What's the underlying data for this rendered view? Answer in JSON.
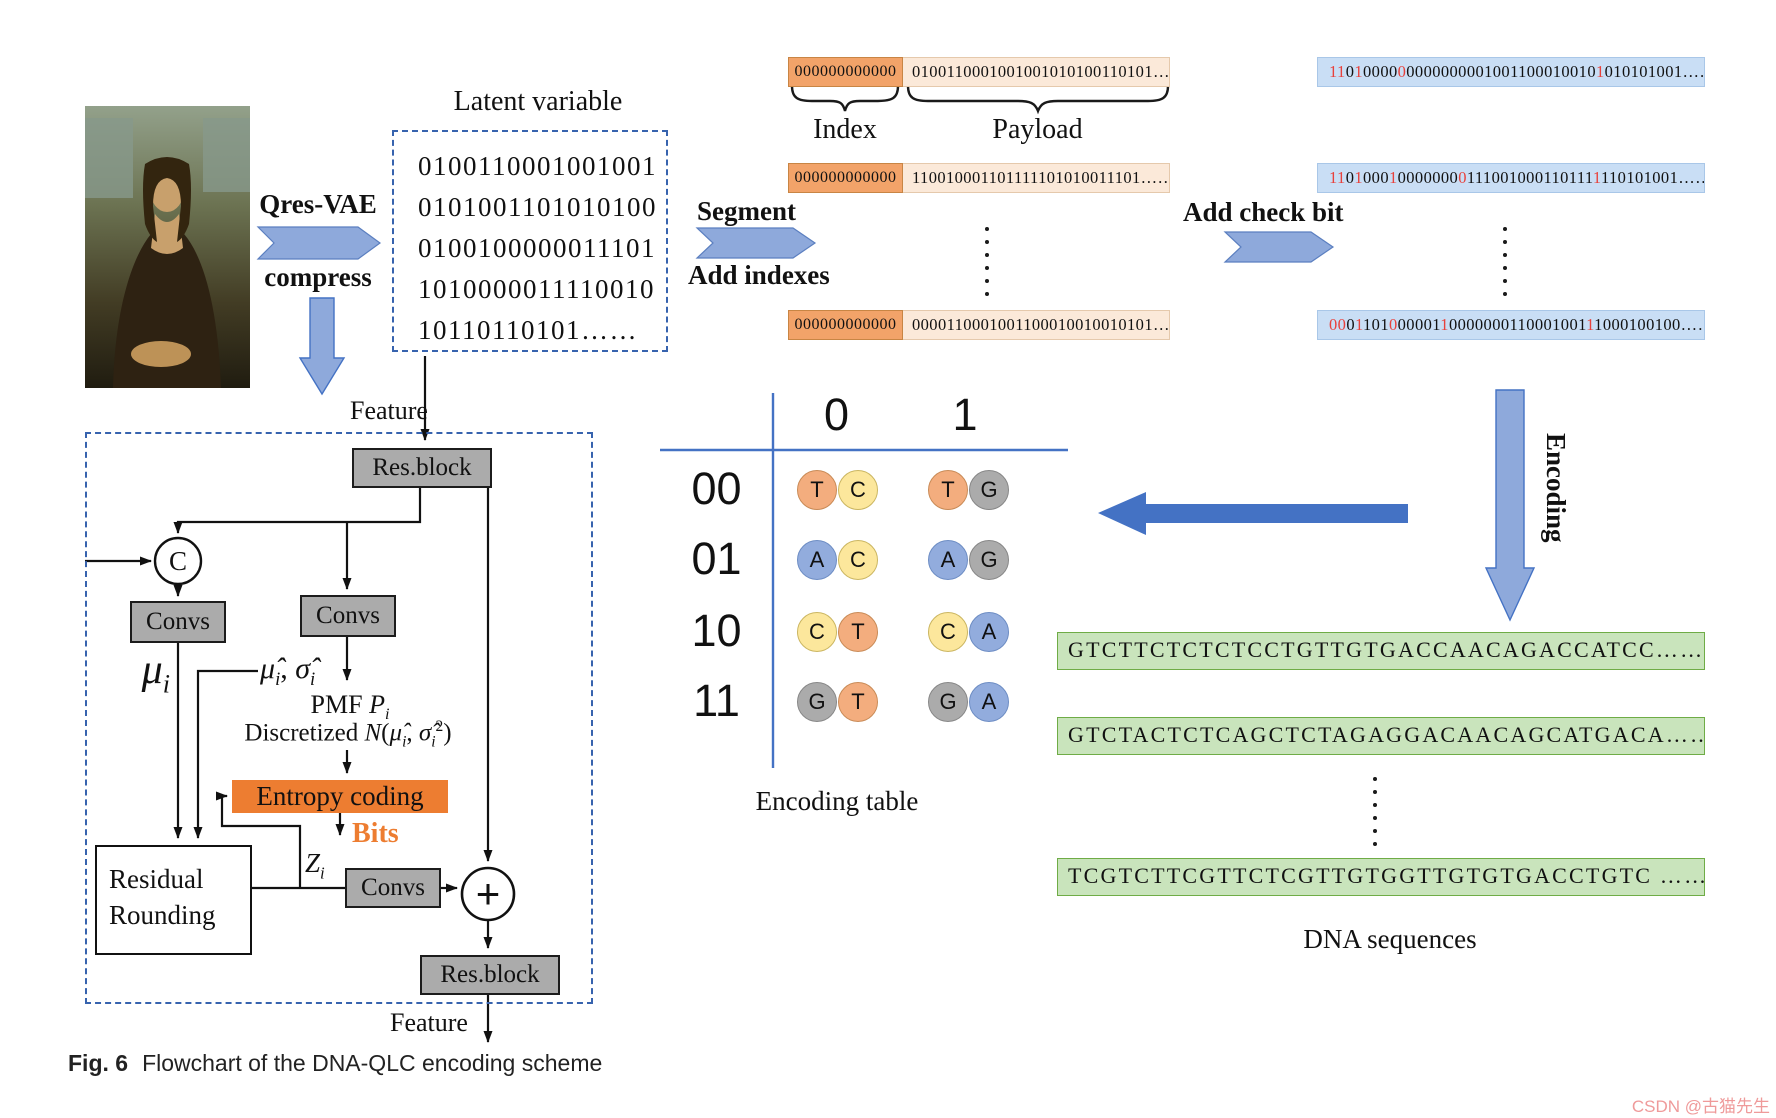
{
  "labels": {
    "latent_title": "Latent variable",
    "qres1": "Qres-VAE",
    "qres2": "compress",
    "segment1": "Segment",
    "segment2": "Add indexes",
    "add_check_bit": "Add check bit",
    "index": "Index",
    "payload": "Payload",
    "encoding": "Encoding",
    "encoding_table_caption": "Encoding table",
    "dna_label": "DNA sequences",
    "feature": "Feature"
  },
  "latent_lines": [
    "0100110001001001",
    "0101001101010100",
    "0100100000011101",
    "1010000011110010",
    "10110110101……"
  ],
  "segments": [
    {
      "index": "000000000000",
      "payload": "0100110001001001010100110101……"
    },
    {
      "index": "000000000000",
      "payload": "110010001101111101010011101……"
    },
    {
      "index": "000000000000",
      "payload": "0000110001001100010010010101……"
    }
  ],
  "checkbits": [
    [
      {
        "t": "11",
        "c": "#E8413C"
      },
      {
        "t": "0"
      },
      {
        "t": "1",
        "c": "#E8413C"
      },
      {
        "t": "0000"
      },
      {
        "t": "0",
        "c": "#E8413C"
      },
      {
        "t": "00000000"
      },
      {
        "t": "01001100010010"
      },
      {
        "t": "1",
        "c": "#E8413C"
      },
      {
        "t": "010101001……"
      }
    ],
    [
      {
        "t": "11",
        "c": "#E8413C"
      },
      {
        "t": "0"
      },
      {
        "t": "1",
        "c": "#E8413C"
      },
      {
        "t": "000"
      },
      {
        "t": "1",
        "c": "#E8413C"
      },
      {
        "t": "0000000"
      },
      {
        "t": "0",
        "c": "#E8413C"
      },
      {
        "t": "111001000110111"
      },
      {
        "t": "1",
        "c": "#E8413C"
      },
      {
        "t": "110101001……"
      }
    ],
    [
      {
        "t": "00",
        "c": "#E8413C"
      },
      {
        "t": "0"
      },
      {
        "t": "1",
        "c": "#E8413C"
      },
      {
        "t": "101"
      },
      {
        "t": "0",
        "c": "#E8413C"
      },
      {
        "t": "00001"
      },
      {
        "t": "1",
        "c": "#E8413C"
      },
      {
        "t": "0000000110001001"
      },
      {
        "t": "1",
        "c": "#E8413C"
      },
      {
        "t": "1000100100……"
      }
    ]
  ],
  "encoding_table": {
    "col_headers": [
      "0",
      "1"
    ],
    "rows": [
      {
        "bits": "00",
        "cells": [
          [
            "T",
            "C"
          ],
          [
            "T",
            "G"
          ]
        ]
      },
      {
        "bits": "01",
        "cells": [
          [
            "A",
            "C"
          ],
          [
            "A",
            "G"
          ]
        ]
      },
      {
        "bits": "10",
        "cells": [
          [
            "C",
            "T"
          ],
          [
            "C",
            "A"
          ]
        ]
      },
      {
        "bits": "11",
        "cells": [
          [
            "G",
            "T"
          ],
          [
            "G",
            "A"
          ]
        ]
      }
    ],
    "base_colors": {
      "T": {
        "bg": "#F3AD7E",
        "br": "#C98B57"
      },
      "C": {
        "bg": "#FCE79C",
        "br": "#CBB661"
      },
      "A": {
        "bg": "#92ACDD",
        "br": "#6D8DC4"
      },
      "G": {
        "bg": "#ABABAB",
        "br": "#878787"
      }
    }
  },
  "dna_rows": [
    "GTCTTCTCTCTCCTGTTGTGACCAACAGACCATCC……",
    "GTCTACTCTCAGCTCTAGAGGACAACAGCATGACA……",
    "TCGTCTTCGTTCTCGTTGTGGTTGTGTGACCTGTC ……"
  ],
  "flowchart": {
    "res_block_top": "Res.block",
    "c": "C",
    "convs_left": "Convs",
    "convs_mid": "Convs",
    "mu": [
      {
        "t": "μ",
        "i": 1
      },
      {
        "t": "i",
        "sub": 1,
        "i": 1
      }
    ],
    "mu_sigma": [
      {
        "t": "μ̂",
        "i": 1
      },
      {
        "t": "i",
        "sub": 1,
        "i": 1
      },
      {
        "t": ", "
      },
      {
        "t": "σ̂",
        "i": 1
      },
      {
        "t": "i",
        "sub": 1,
        "i": 1
      }
    ],
    "pmf": [
      {
        "t": "PMF "
      },
      {
        "t": "P",
        "i": 1
      },
      {
        "t": "i",
        "sub": 1,
        "i": 1
      }
    ],
    "discretized": [
      {
        "t": "Discretized "
      },
      {
        "t": "N",
        "i": 1
      },
      {
        "t": "("
      },
      {
        "t": "μ̂",
        "i": 1
      },
      {
        "t": "i",
        "sub": 1,
        "i": 1
      },
      {
        "t": ", "
      },
      {
        "t": "σ̂",
        "i": 1
      },
      {
        "t": "i",
        "sub": 1,
        "i": 1
      },
      {
        "t": "2",
        "sup": 1
      },
      {
        "t": ")"
      }
    ],
    "entropy": "Entropy coding",
    "bits": "Bits",
    "residual1": "Residual",
    "residual2": "Rounding",
    "z": [
      {
        "t": "Z",
        "i": 1
      },
      {
        "t": "i",
        "sub": 1,
        "i": 1
      }
    ],
    "convs_bottom": "Convs",
    "plus": "+",
    "res_block_bottom": "Res.block"
  },
  "caption": {
    "fig": "Fig. 6",
    "text": "Flowchart of the DNA-QLC encoding scheme"
  },
  "watermark": "CSDN @古猫先生",
  "colors": {
    "accent_blue": "#4472C4",
    "arrow_blue": "#8EA9DB",
    "entropy_orange": "#ED7D31",
    "index_orange": "#F2A369",
    "payload_bg": "#FBE9D9",
    "checkbit_bg": "#C9DEF5",
    "dna_bg": "#C9E4BC",
    "red_bit": "#E8413C"
  }
}
